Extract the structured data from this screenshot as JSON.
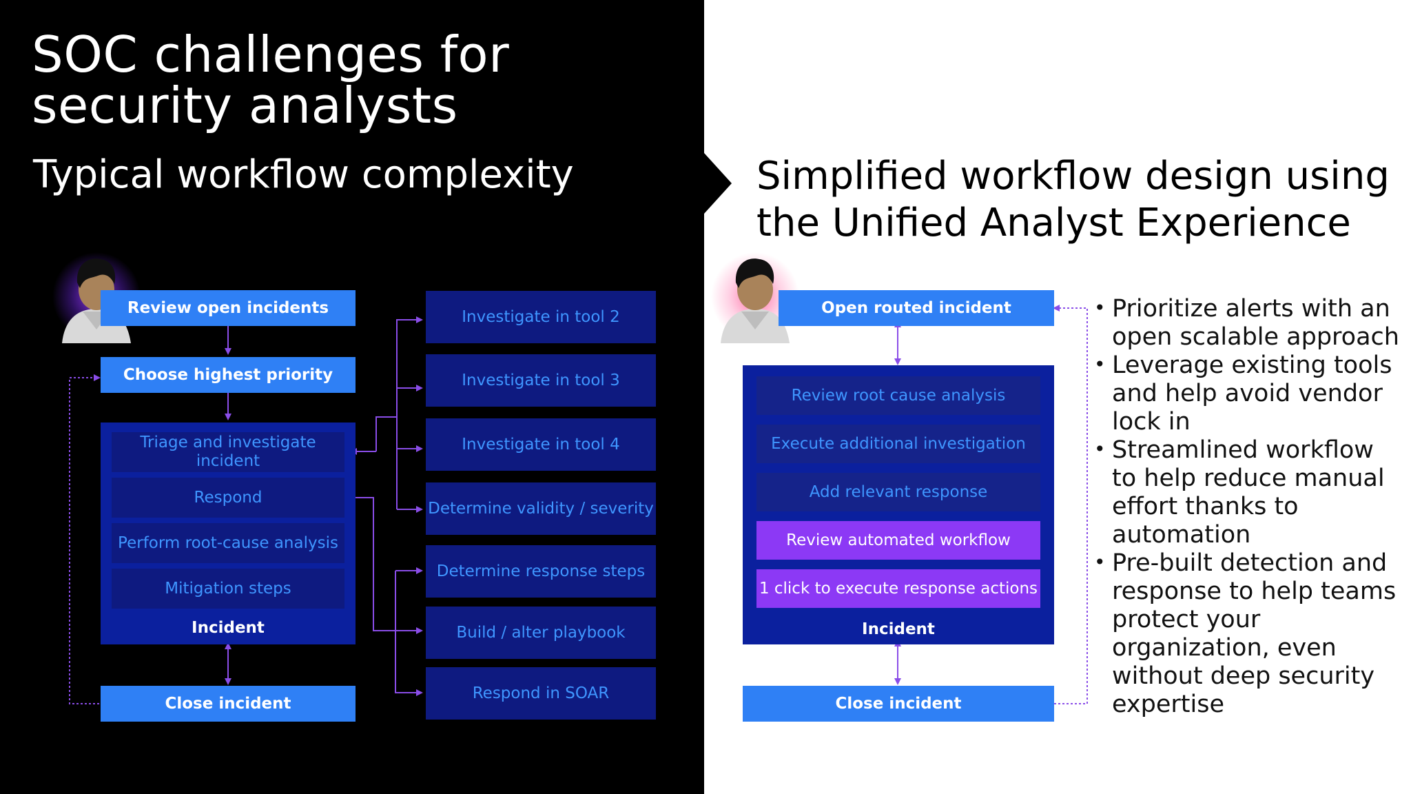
{
  "slide": {
    "title": "SOC challenges for security analysts",
    "left_heading": "Typical workflow complexity",
    "right_heading": "Simplified workflow design using the Unified Analyst Experience"
  },
  "left_flow": {
    "review_open": "Review open incidents",
    "choose_priority": "Choose highest priority",
    "incident_steps": [
      "Triage and investigate incident",
      "Respond",
      "Perform root-cause analysis",
      "Mitigation steps"
    ],
    "incident_label": "Incident",
    "close": "Close incident",
    "tools": [
      "Investigate in tool 2",
      "Investigate in tool 3",
      "Investigate in tool 4",
      "Determine validity / severity",
      "Determine response steps",
      "Build / alter playbook",
      "Respond in SOAR"
    ]
  },
  "right_flow": {
    "open_routed": "Open routed incident",
    "incident_steps": [
      "Review root cause analysis",
      "Execute additional investigation",
      "Add relevant response"
    ],
    "highlight_steps": [
      "Review automated workflow",
      "1 click to execute response actions"
    ],
    "incident_label": "Incident",
    "close": "Close incident"
  },
  "bullets": [
    "Prioritize alerts with an open scalable approach",
    "Leverage existing tools and help avoid vendor lock in",
    "Streamlined workflow to help reduce manual effort thanks to automation",
    "Pre-built detection and response to help teams protect your organization, even without deep security expertise"
  ],
  "colors": {
    "bright_blue": "#2f80f5",
    "deep_blue": "#0b209e",
    "cell_blue": "#0e1a80",
    "purple": "#8c39f5",
    "connector": "#8a4de8"
  },
  "icons": [
    "analyst-avatar-icon"
  ]
}
